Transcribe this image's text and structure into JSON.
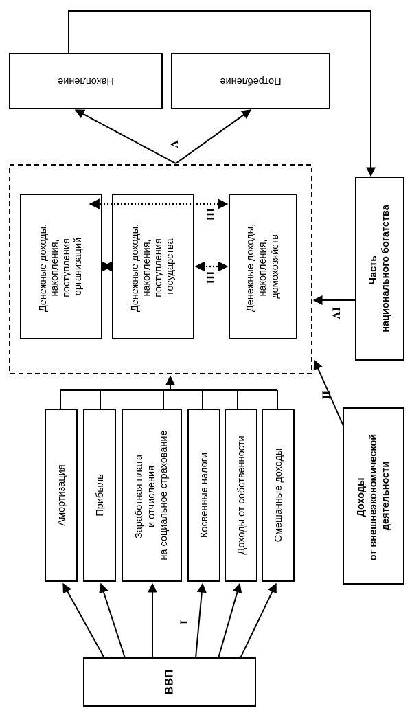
{
  "gdp_label": "ВВП",
  "gdp_components": [
    [
      "Амортизация"
    ],
    [
      "Прибыль"
    ],
    [
      "Заработная плата",
      "и отчисления",
      "на социальное страхование"
    ],
    [
      "Косвенные налоги"
    ],
    [
      "Доходы от собственности"
    ],
    [
      "Смешанные доходы"
    ]
  ],
  "sectors": {
    "organizations": [
      "Денежные доходы,",
      "накопления,",
      "поступления",
      "организаций"
    ],
    "state": [
      "Денежные доходы,",
      "накопления,",
      "поступления",
      "государства"
    ],
    "households": [
      "Денежные доходы,",
      "накопления,",
      "домохозяйств"
    ]
  },
  "foreign_income": [
    "Доходы",
    "от внешнеэкономической",
    "деятельности"
  ],
  "national_wealth": [
    "Часть",
    "национального богатства"
  ],
  "accumulation": "Накопление",
  "consumption": "Потребление",
  "roman": {
    "r1": "I",
    "r2": "II",
    "r3a": "III",
    "r3b": "III",
    "r4": "IV",
    "r5": "V"
  }
}
